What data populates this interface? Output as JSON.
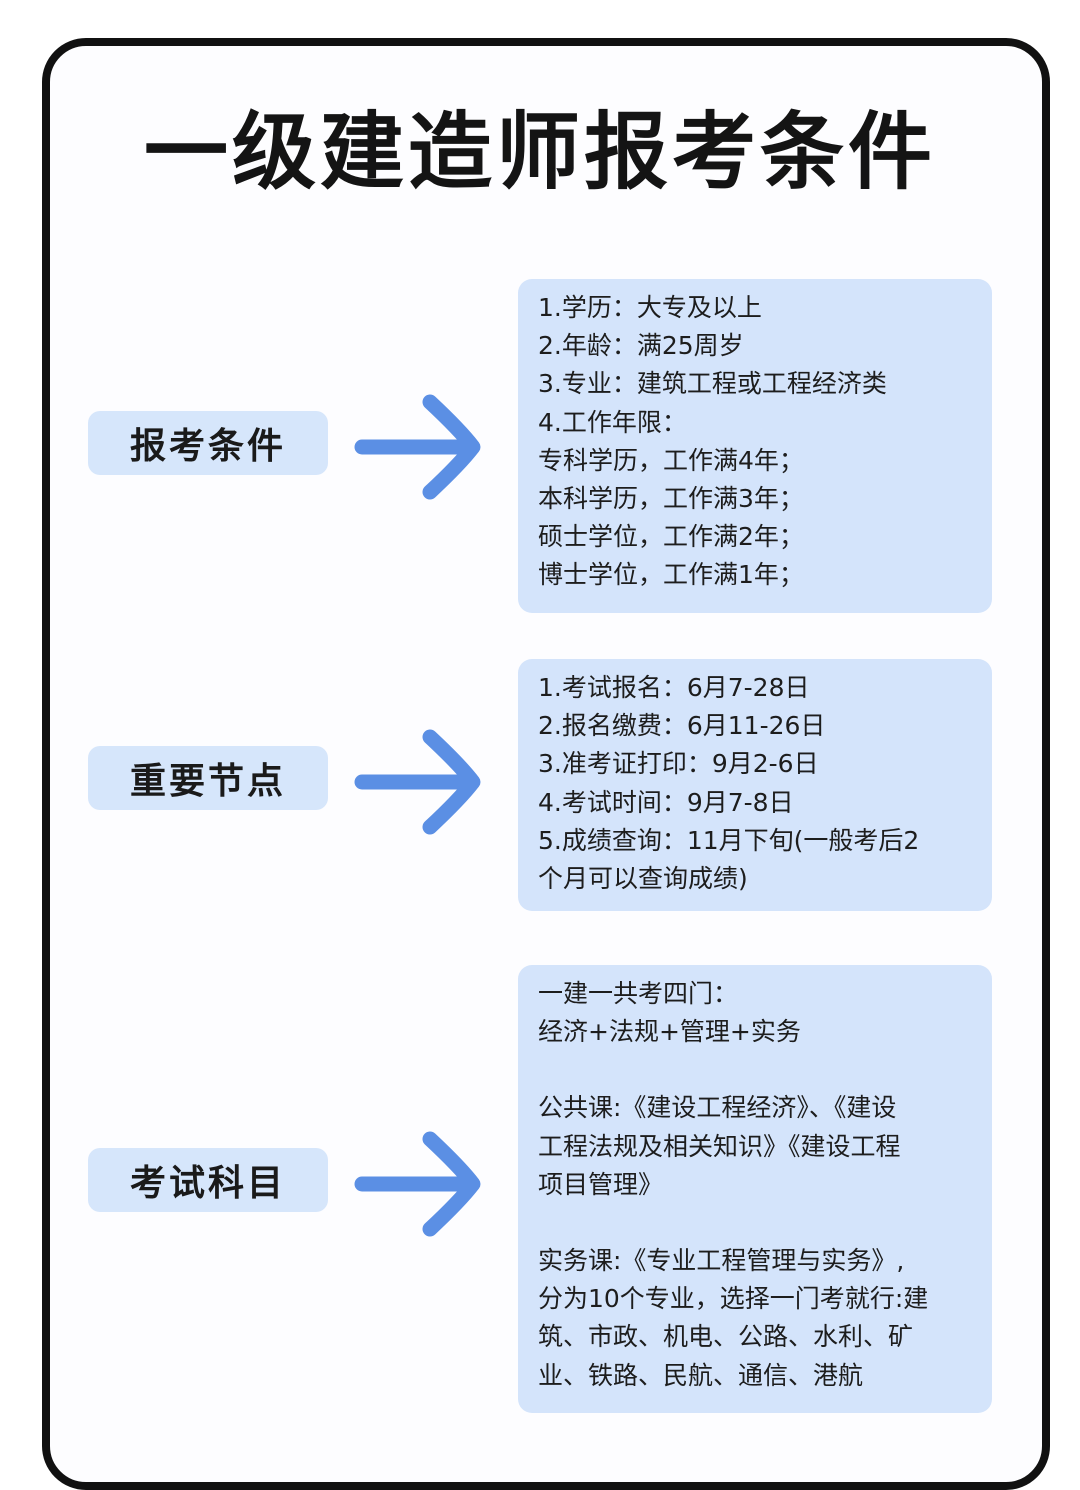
{
  "title": "一级建造师报考条件",
  "sections": [
    {
      "label": "报考条件",
      "lines": [
        "1.学历：大专及以上",
        "2.年龄：满25周岁",
        "3.专业：建筑工程或工程经济类",
        "4.工作年限：",
        "专科学历，工作满4年；",
        "本科学历，工作满3年；",
        "硕士学位，工作满2年；",
        "博士学位，工作满1年；"
      ]
    },
    {
      "label": "重要节点",
      "lines": [
        "1.考试报名：6月7-28日",
        "2.报名缴费：6月11-26日",
        "3.准考证打印：9月2-6日",
        "4.考试时间：9月7-8日",
        "5.成绩查询：11月下旬(一般考后2",
        "个月可以查询成绩)"
      ]
    },
    {
      "label": "考试科目",
      "lines": [
        "一建一共考四门：",
        "经济+法规+管理+实务",
        "",
        "公共课:《建设工程经济》、《建设",
        "工程法规及相关知识》《建设工程",
        "项目管理》",
        "",
        "实务课:《专业工程管理与实务》,",
        "分为10个专业，选择一门考就行:建",
        "筑、市政、机电、公路、水利、矿",
        "业、铁路、民航、通信、港航"
      ]
    }
  ],
  "colors": {
    "box_fill": "#d4e4fb",
    "label_fill": "#d6e6fb",
    "arrow": "#5b8fe4",
    "frame_border": "#111111"
  },
  "icons": {
    "arrow": "arrow-right-icon"
  }
}
